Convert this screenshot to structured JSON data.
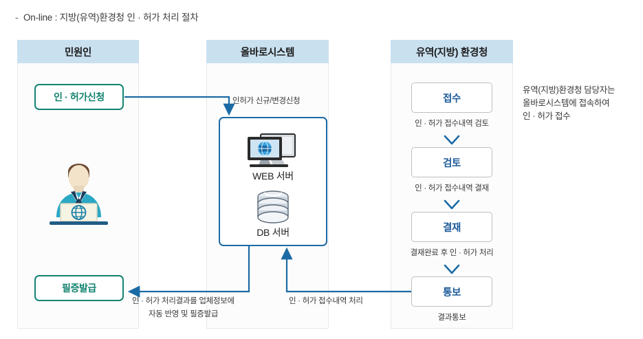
{
  "heading": {
    "dash": "-",
    "text": "On-line : 지방(유역)환경청 인 · 허가 처리 절차"
  },
  "lanes": [
    {
      "title": "민원인"
    },
    {
      "title": "올바로시스템"
    },
    {
      "title": "유역(지방) 환경청"
    }
  ],
  "citizen": {
    "apply_box": "인 · 허가신청",
    "certificate_box": "필증발급",
    "person_icon": "person-at-laptop-icon"
  },
  "system": {
    "web_server_label": "WEB 서버",
    "db_server_label": "DB 서버",
    "web_icon": "monitor-globe-icon",
    "db_icon": "database-cylinder-icon"
  },
  "agency": {
    "steps": [
      {
        "box": "접수",
        "caption": "인 · 허가 접수내역 검토"
      },
      {
        "box": "검토",
        "caption": "인 · 허가 접수내역 결재"
      },
      {
        "box": "결재",
        "caption": "결재완료 후 인 · 허가 처리"
      },
      {
        "box": "통보",
        "caption": "결과통보"
      }
    ]
  },
  "flow_labels": {
    "apply_to_system": "인허가 신규/변경신청",
    "result_to_citizen_line1": "인 · 허가 처리결과를 업체정보에",
    "result_to_citizen_line2": "자동 반영 및 필증발급",
    "agency_to_system": "인 · 허가 접수내역 처리"
  },
  "side_note": {
    "line1": "유역(지방)환경청 담당자는",
    "line2": "올바로시스템에 접속하여",
    "line3": "인 · 허가 접수"
  },
  "colors": {
    "lane_header": "#c9e0ef",
    "teal": "#12836f",
    "blue_line": "#1b6aa5",
    "box_text_blue": "#1c5a99",
    "gray_border": "#bfbfbf"
  }
}
